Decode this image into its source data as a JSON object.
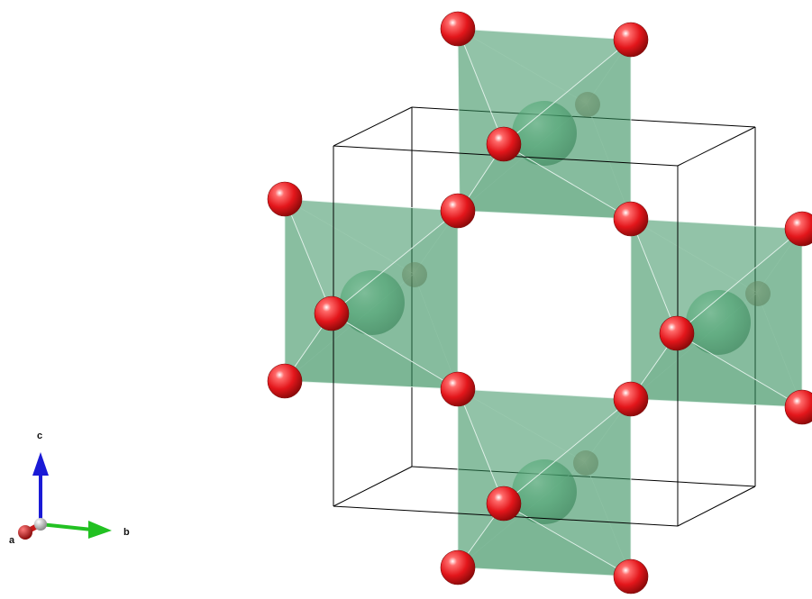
{
  "colors": {
    "background": "#ffffff",
    "cell_edges": "#000000",
    "octahedron_fill": "#2e8b57",
    "octahedron_edge": "#e8f5ee",
    "oxygen": "#e3161b",
    "central_atom": "#3fa36a",
    "axis_a": "#c81818",
    "axis_b": "#22c122",
    "axis_c": "#1a1ad6",
    "origin": "#bfbfbf"
  },
  "axes": {
    "a_label": "a",
    "b_label": "b",
    "c_label": "c"
  },
  "structure": {
    "octahedra_count": 4,
    "oxygen_atoms_visible": 16,
    "central_atoms_visible": 4
  }
}
